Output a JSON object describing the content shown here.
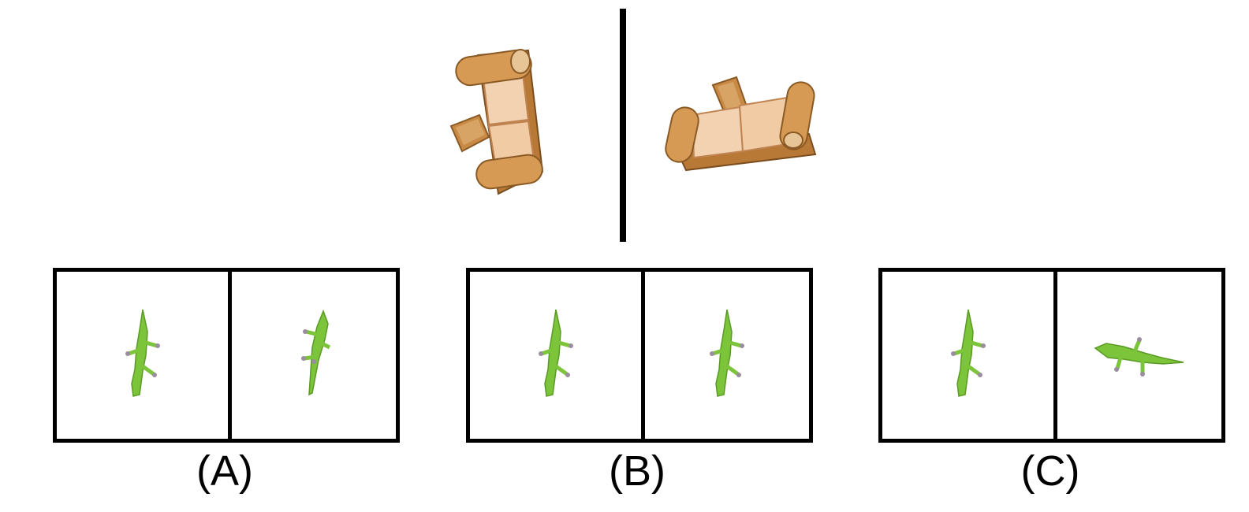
{
  "reference": {
    "left_object": "sofa-top-view",
    "right_object": "sofa-rotated-view"
  },
  "options": [
    {
      "label": "(A)",
      "left_view": "gecko-top-view",
      "right_view": "gecko-flipped-view"
    },
    {
      "label": "(B)",
      "left_view": "gecko-top-view",
      "right_view": "gecko-top-view"
    },
    {
      "label": "(C)",
      "left_view": "gecko-top-view",
      "right_view": "gecko-rotated-view"
    }
  ],
  "colors": {
    "gecko": "#7cc43a",
    "gecko_dark": "#5a9a25",
    "gecko_toes": "#9a8d9e",
    "sofa_wood": "#c98a45",
    "sofa_cushion": "#f2d2b0",
    "sofa_weave": "#d09a55",
    "frame": "#000000"
  }
}
